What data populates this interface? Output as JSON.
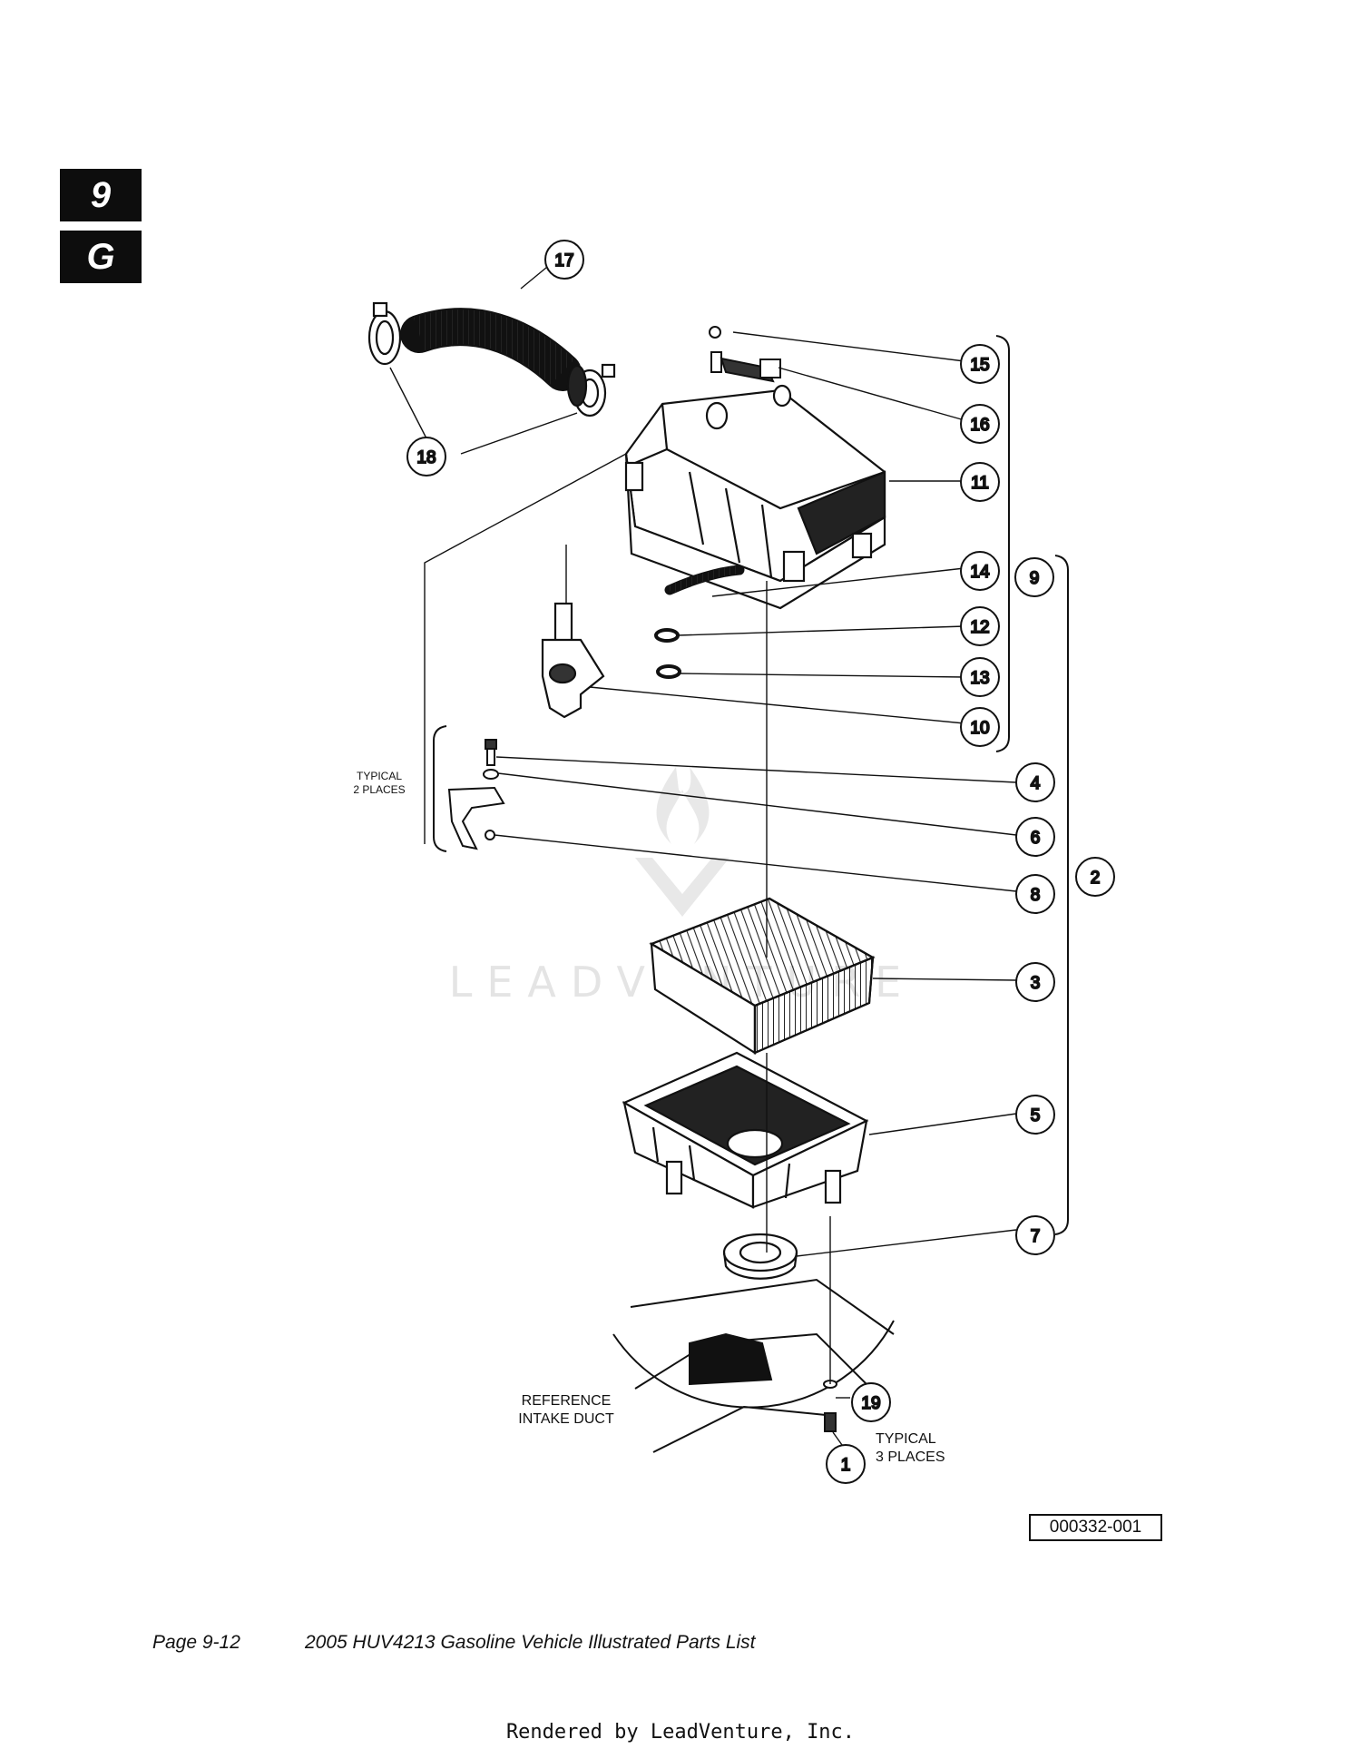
{
  "section_tabs": [
    "9",
    "G"
  ],
  "callouts": {
    "c1": "1",
    "c2": "2",
    "c3": "3",
    "c4": "4",
    "c5": "5",
    "c6": "6",
    "c7": "7",
    "c8": "8",
    "c9": "9",
    "c10": "10",
    "c11": "11",
    "c12": "12",
    "c13": "13",
    "c14": "14",
    "c15": "15",
    "c16": "16",
    "c17": "17",
    "c18": "18",
    "c19": "19"
  },
  "notes": {
    "typical_2_line1": "TYPICAL",
    "typical_2_line2": "2 PLACES",
    "reference_line1": "REFERENCE",
    "reference_line2": "INTAKE DUCT",
    "typical_3_line1": "TYPICAL",
    "typical_3_line2": "3 PLACES"
  },
  "figure_id": "000332-001",
  "watermark": "LEADVENTURE",
  "footer": {
    "page": "Page 9-12",
    "title": "2005 HUV4213 Gasoline Vehicle Illustrated Parts List"
  },
  "rendered_by": "Rendered by LeadVenture, Inc."
}
